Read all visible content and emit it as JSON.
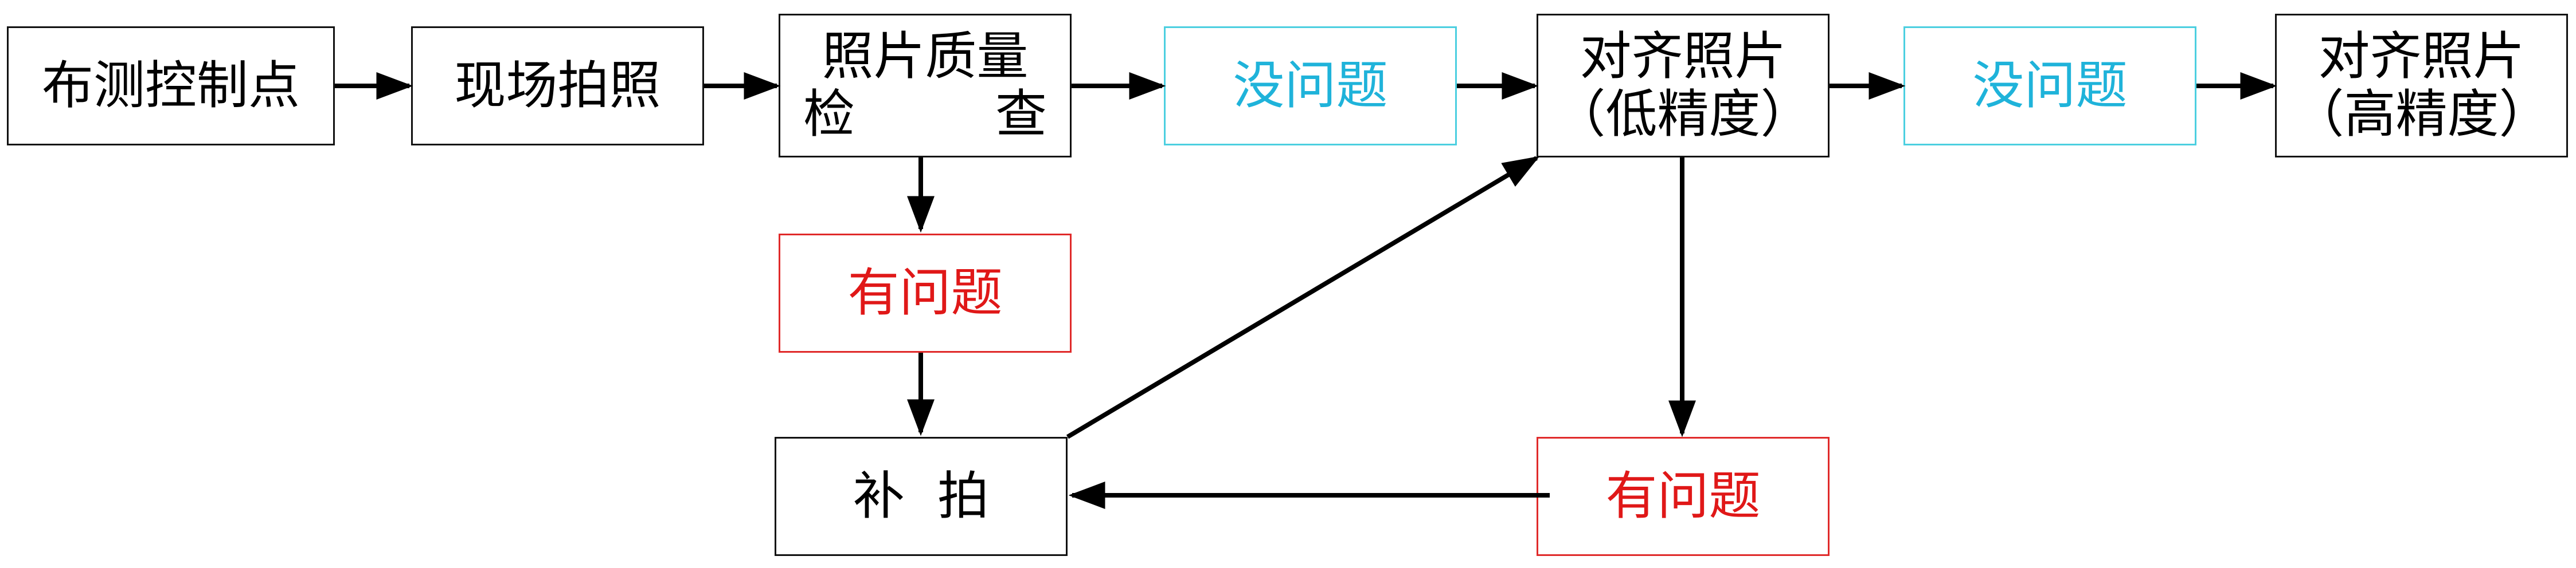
{
  "colors": {
    "ok_text": "#1fb3da",
    "ok_border": "#4ccfe0",
    "problem_text": "#e01818",
    "problem_border": "#e02a2a",
    "default_text": "#000000",
    "line": "#000000"
  },
  "nodes": {
    "lay_control_points": {
      "lines": [
        "布测控制点"
      ]
    },
    "site_photo": {
      "lines": [
        "现场拍照"
      ]
    },
    "photo_quality_check": {
      "line1": "照片质量",
      "line2_left": "检",
      "line2_right": "查"
    },
    "ok_1": {
      "lines": [
        "没问题"
      ]
    },
    "align_low": {
      "lines": [
        "对齐照片",
        "（低精度）"
      ]
    },
    "ok_2": {
      "lines": [
        "没问题"
      ]
    },
    "align_high": {
      "lines": [
        "对齐照片",
        "（高精度）"
      ]
    },
    "problem_1": {
      "lines": [
        "有问题"
      ]
    },
    "retake": {
      "lines": [
        "补  拍"
      ]
    },
    "problem_2": {
      "lines": [
        "有问题"
      ]
    }
  }
}
